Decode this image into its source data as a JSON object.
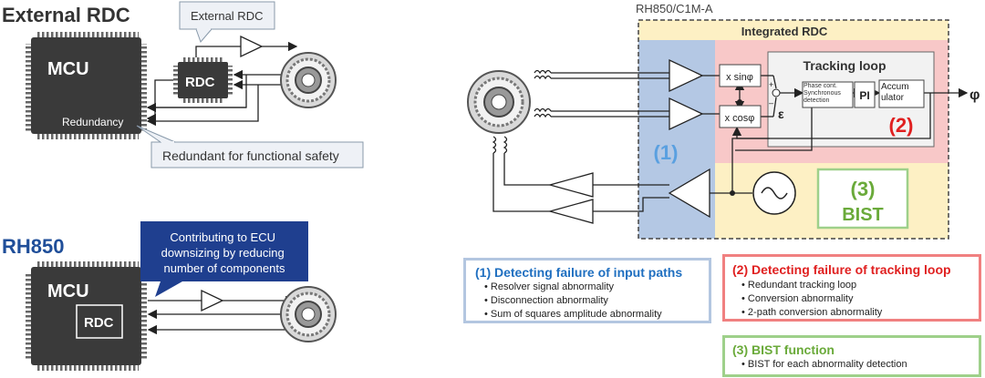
{
  "external_rdc": {
    "heading": "External RDC",
    "callout": "External RDC",
    "mcu_label": "MCU",
    "rdc_label": "RDC",
    "redundancy_label": "Redundancy",
    "redundant_note": "Redundant for functional safety"
  },
  "rh850": {
    "heading": "RH850",
    "mcu_label": "MCU",
    "rdc_label": "RDC",
    "callout": "Contributing to ECU downsizing by reducing number of components"
  },
  "block_diagram": {
    "chip_name": "RH850/C1M-A",
    "integrated_title": "Integrated RDC",
    "tracking_loop_title": "Tracking loop",
    "mult_sin": "x sinφ",
    "mult_cos": "x cosφ",
    "phase_block": "Phase cont. Synchronous detection",
    "pi_block": "PI",
    "accum_block": "Accum ulator",
    "output_symbol": "φ",
    "error_symbol": "ε",
    "marker_1": "(1)",
    "marker_2": "(2)",
    "marker_3": "(3)",
    "bist_label": "BIST"
  },
  "legend": {
    "input_paths": {
      "title": "(1) Detecting failure of input paths",
      "items": [
        "Resolver signal abnormality",
        "Disconnection abnormality",
        "Sum of squares amplitude abnormality"
      ]
    },
    "tracking_loop": {
      "title": "(2) Detecting failure of tracking loop",
      "items": [
        "Redundant tracking loop",
        "Conversion abnormality",
        "2-path conversion abnormality"
      ]
    },
    "bist": {
      "title": "(3) BIST function",
      "items": [
        "BIST for each abnormality detection"
      ]
    }
  },
  "colors": {
    "blue_region": "#b4c8e4",
    "red_region": "#f8c8c8",
    "yellow_region": "#fdf0c4",
    "title_blue": "#1f4e99",
    "red_text": "#e02020",
    "green_text": "#6aaa3a",
    "marker_blue": "#5aa0e0"
  }
}
